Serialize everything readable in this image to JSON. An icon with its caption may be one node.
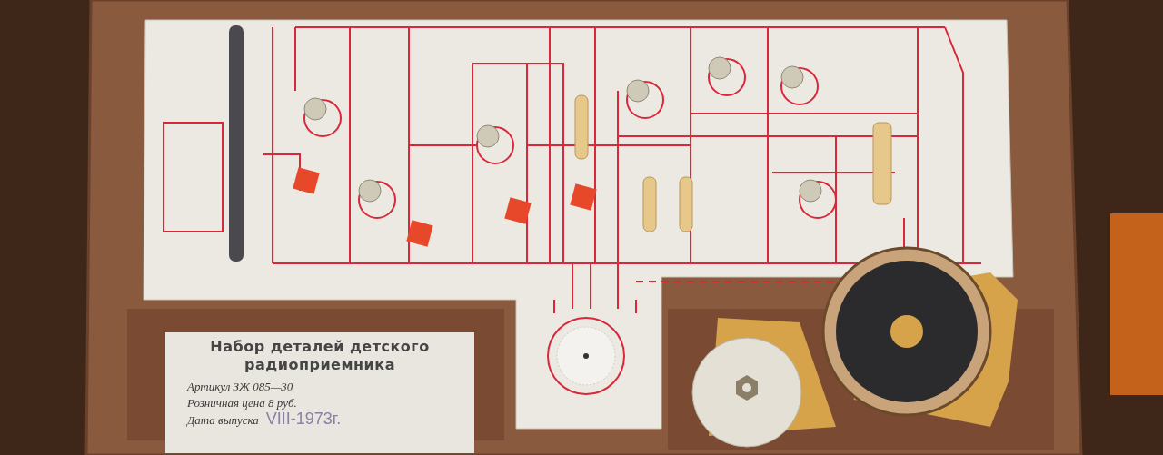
{
  "diagram": {
    "nodes": [
      {
        "text": [
          "Набор деталей детского радиоприемника",
          "Артикул ЗЖ 085—30",
          "Розничная цена 8 руб.",
          "Дата выпуска",
          "VIII-1973г."
        ]
      },
      {
        "text": [],
        "shape": "box"
      }
    ]
  }
}
